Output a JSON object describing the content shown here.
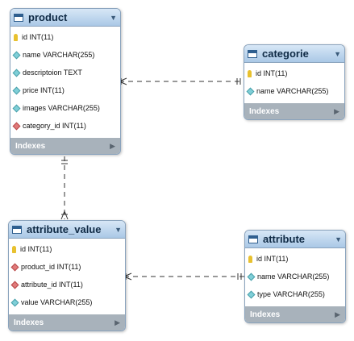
{
  "entities": {
    "product": {
      "title": "product",
      "fields": [
        {
          "icon": "key",
          "text": "id INT(11)"
        },
        {
          "icon": "diamond",
          "text": "name VARCHAR(255)"
        },
        {
          "icon": "diamond",
          "text": "descriptoion TEXT"
        },
        {
          "icon": "diamond",
          "text": "price INT(11)"
        },
        {
          "icon": "diamond",
          "text": "images VARCHAR(255)"
        },
        {
          "icon": "fk",
          "text": "category_id INT(11)"
        }
      ],
      "indexes_label": "Indexes"
    },
    "categorie": {
      "title": "categorie",
      "fields": [
        {
          "icon": "key",
          "text": "id INT(11)"
        },
        {
          "icon": "diamond",
          "text": "name VARCHAR(255)"
        }
      ],
      "indexes_label": "Indexes"
    },
    "attribute_value": {
      "title": "attribute_value",
      "fields": [
        {
          "icon": "key",
          "text": "id INT(11)"
        },
        {
          "icon": "fk",
          "text": "product_id INT(11)"
        },
        {
          "icon": "fk",
          "text": "attribute_id INT(11)"
        },
        {
          "icon": "diamond",
          "text": "value VARCHAR(255)"
        }
      ],
      "indexes_label": "Indexes"
    },
    "attribute": {
      "title": "attribute",
      "fields": [
        {
          "icon": "key",
          "text": "id INT(11)"
        },
        {
          "icon": "diamond",
          "text": "name VARCHAR(255)"
        },
        {
          "icon": "diamond",
          "text": "type VARCHAR(255)"
        }
      ],
      "indexes_label": "Indexes"
    }
  }
}
